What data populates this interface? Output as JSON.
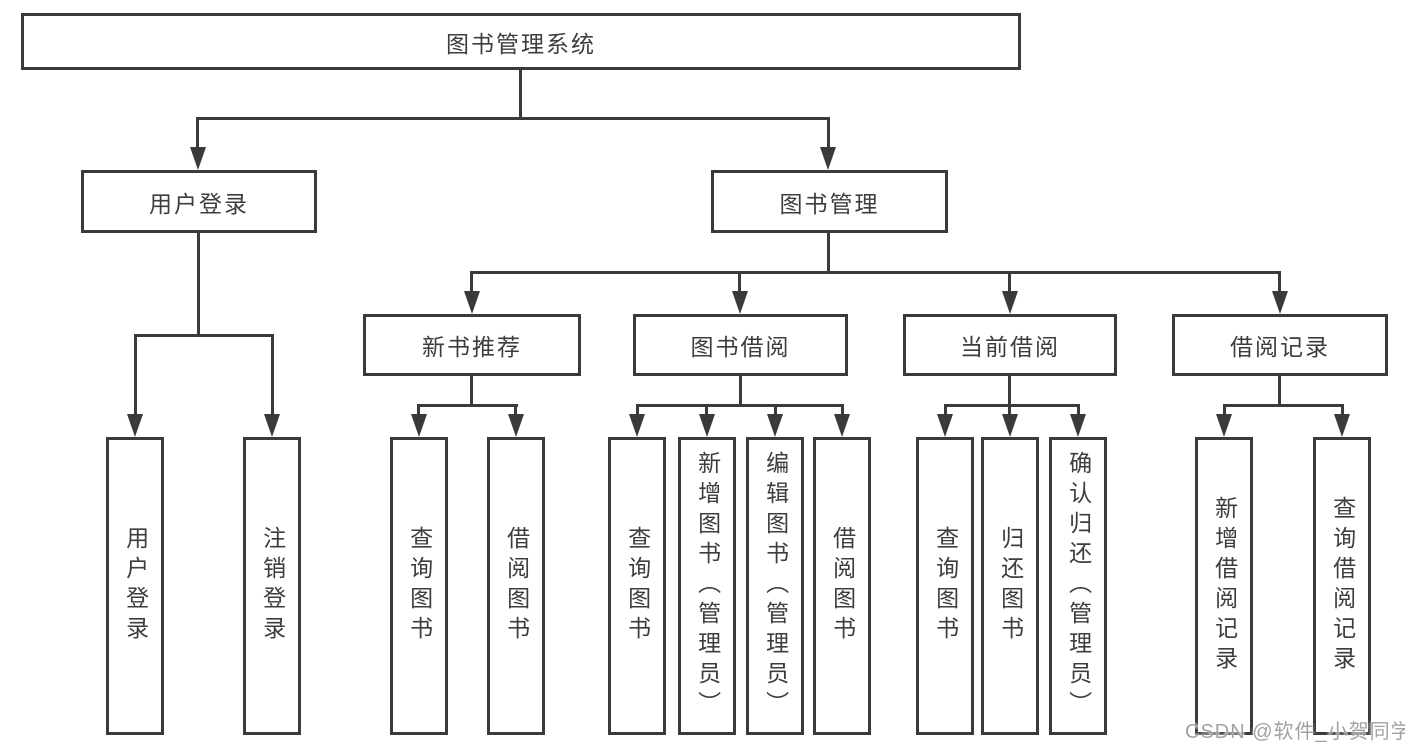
{
  "root_label": "图书管理系统",
  "level2": [
    "用户登录",
    "图书管理"
  ],
  "level3": [
    "新书推荐",
    "图书借阅",
    "当前借阅",
    "借阅记录"
  ],
  "leaves": {
    "user_login": [
      "用户登录",
      "注销登录"
    ],
    "new_book_recommend": [
      "查询图书",
      "借阅图书"
    ],
    "book_borrow": [
      "查询图书",
      "新增图书（管理员）",
      "编辑图书（管理员）",
      "借阅图书"
    ],
    "current_borrow": [
      "查询图书",
      "归还图书",
      "确认归还（管理员）"
    ],
    "borrow_record": [
      "新增借阅记录",
      "查询借阅记录"
    ]
  },
  "watermark": "CSDN @软件_小贺同学",
  "colors": {
    "line": "#3a3a3a",
    "text": "#3d3d3d",
    "watermark": "#a2a2a2",
    "background": "#ffffff"
  }
}
